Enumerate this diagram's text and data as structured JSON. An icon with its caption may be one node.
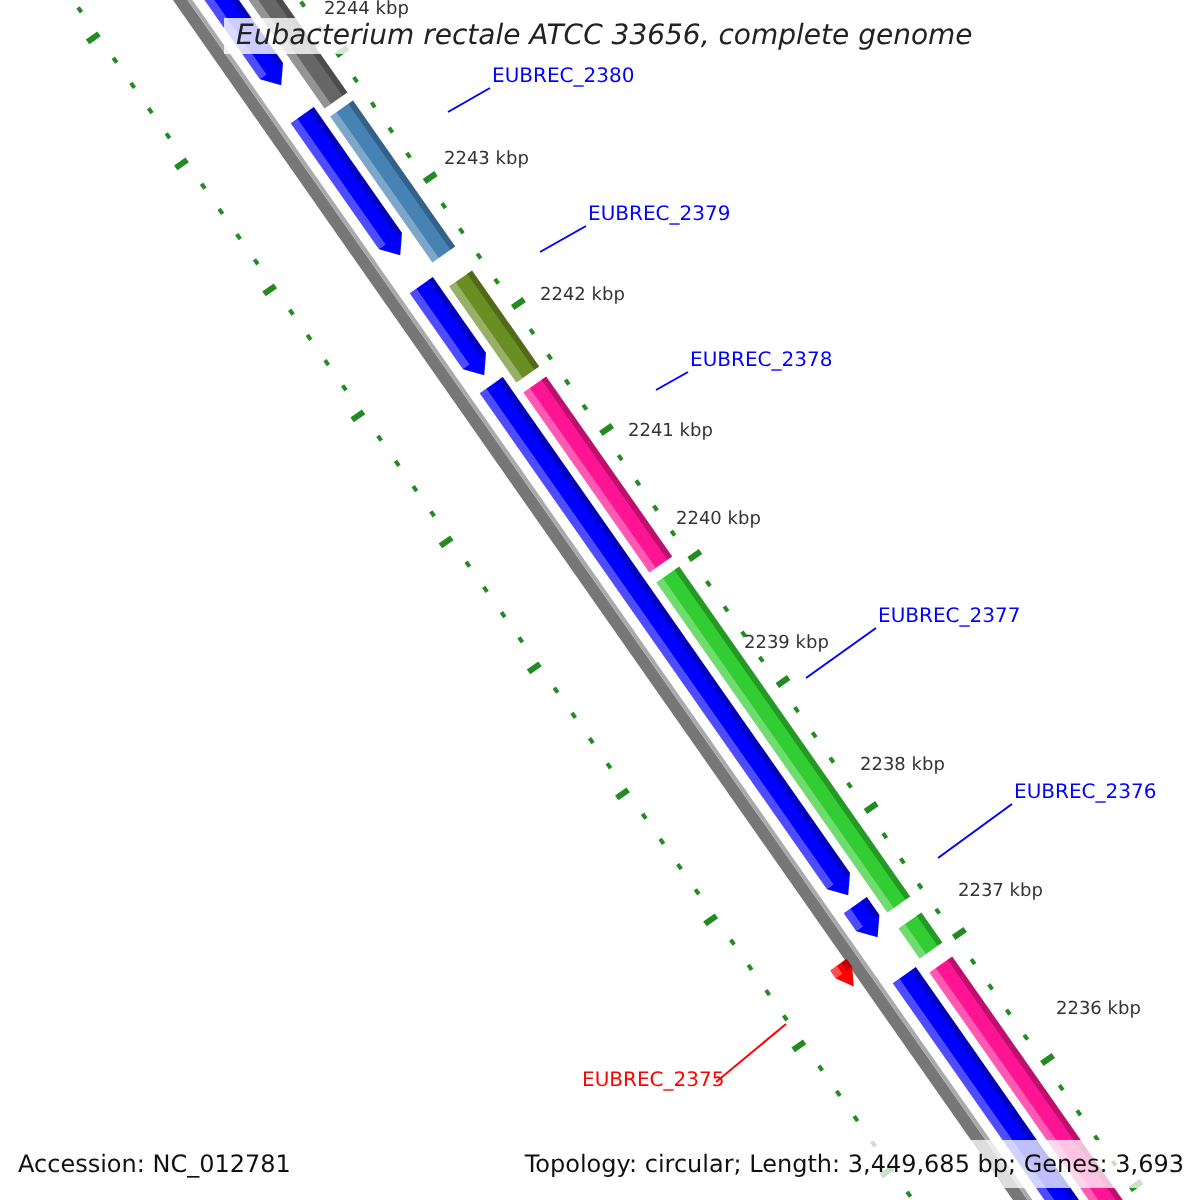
{
  "diagram": {
    "title": "Eubacterium rectale ATCC 33656, complete genome",
    "nodes": [
      {
        "text": [
          "EUBREC_2380"
        ]
      },
      {
        "text": [
          "EUBREC_2379"
        ]
      },
      {
        "text": [
          "EUBREC_2378"
        ]
      },
      {
        "text": [
          "EUBREC_2377"
        ]
      },
      {
        "text": [
          "EUBREC_2376"
        ]
      },
      {
        "text": [
          "EUBREC_2375"
        ]
      }
    ],
    "edges": [
      {
        "from": 0,
        "to": null,
        "arrow": "none"
      },
      {
        "from": 1,
        "to": null,
        "arrow": "none"
      },
      {
        "from": 2,
        "to": null,
        "arrow": "none"
      },
      {
        "from": 3,
        "to": null,
        "arrow": "none"
      },
      {
        "from": 4,
        "to": null,
        "arrow": "none"
      },
      {
        "from": 5,
        "to": null,
        "arrow": "none",
        "color": "#ff0000"
      }
    ],
    "labels": [
      "2244 kbp",
      "2243 kbp",
      "2242 kbp",
      "2241 kbp",
      "2240 kbp",
      "2239 kbp",
      "2238 kbp",
      "2237 kbp",
      "2236 kbp",
      "Accession: NC_012781",
      "Topology: circular; Length: 3,449,685 bp; Genes: 3,693"
    ]
  }
}
